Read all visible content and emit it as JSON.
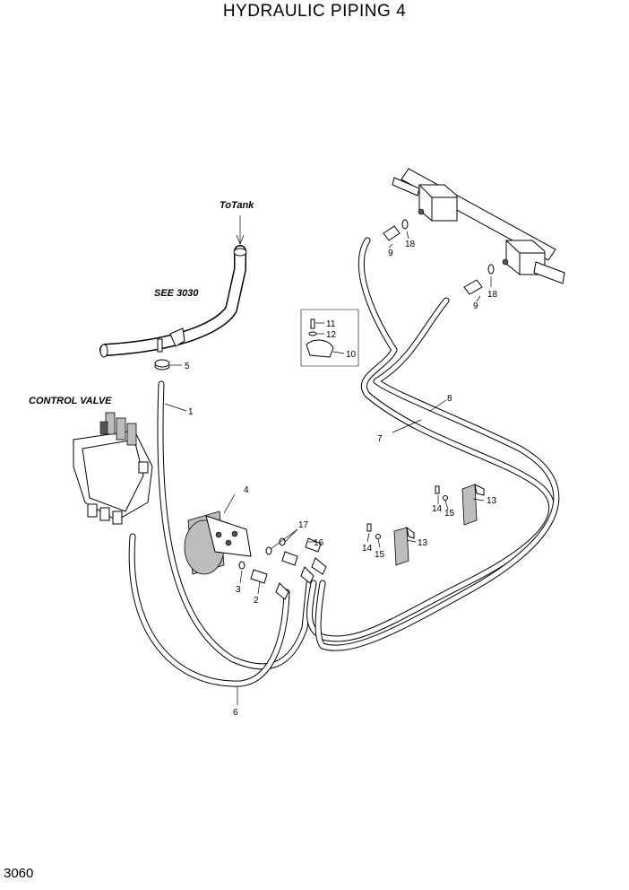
{
  "title": "HYDRAULIC PIPING 4",
  "page_number": "3060",
  "notes": {
    "to_tank": "ToTank",
    "see_ref": "SEE 3030",
    "control_valve": "CONTROL VALVE"
  },
  "callouts": [
    "1",
    "2",
    "3",
    "4",
    "5",
    "6",
    "7",
    "8",
    "9",
    "9",
    "10",
    "11",
    "12",
    "13",
    "13",
    "14",
    "14",
    "15",
    "15",
    "16",
    "17",
    "18",
    "18"
  ]
}
